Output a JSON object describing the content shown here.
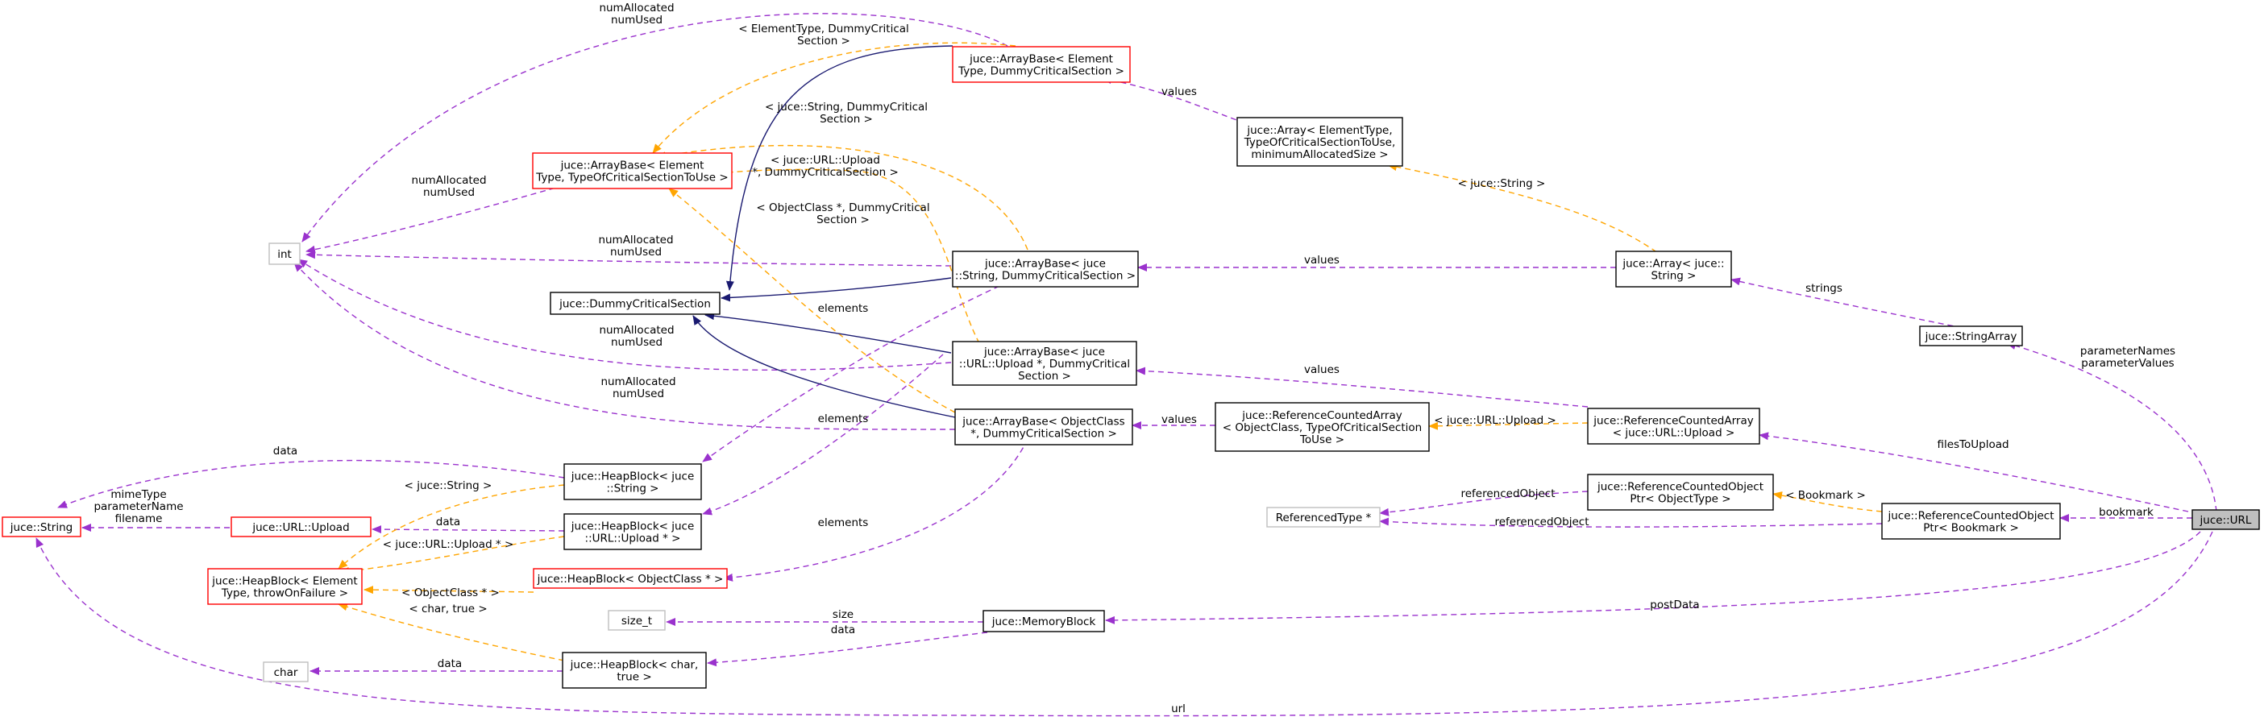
{
  "colors": {
    "purple": "#9a32cd",
    "orange": "#ffa500",
    "navy": "#191970",
    "red_border": "#ff0000",
    "black_border": "#000000",
    "gray_border": "#bfbfbf",
    "highlight_fill": "#bfbfbf"
  },
  "nodes": {
    "int": {
      "lines": [
        "int"
      ]
    },
    "dcs": {
      "lines": [
        "juce::DummyCriticalSection"
      ]
    },
    "ab_elem_dcs": {
      "lines": [
        "juce::ArrayBase< Element",
        "Type, DummyCriticalSection >"
      ]
    },
    "ab_elem_tcs": {
      "lines": [
        "juce::ArrayBase< Element",
        "Type, TypeOfCriticalSectionToUse >"
      ]
    },
    "ab_string": {
      "lines": [
        "juce::ArrayBase< juce",
        "::String, DummyCriticalSection >"
      ]
    },
    "ab_upload": {
      "lines": [
        "juce::ArrayBase< juce",
        "::URL::Upload *, DummyCritical",
        "Section >"
      ]
    },
    "ab_objclass": {
      "lines": [
        "juce::ArrayBase< ObjectClass",
        "*, DummyCriticalSection >"
      ]
    },
    "array_tmpl": {
      "lines": [
        "juce::Array< ElementType,",
        "TypeOfCriticalSectionToUse,",
        "minimumAllocatedSize >"
      ]
    },
    "array_string": {
      "lines": [
        "juce::Array< juce::",
        "String >"
      ]
    },
    "stringarray": {
      "lines": [
        "juce::StringArray"
      ]
    },
    "rca_tmpl": {
      "lines": [
        "juce::ReferenceCountedArray",
        "< ObjectClass, TypeOfCriticalSection",
        "ToUse >"
      ]
    },
    "rca_upload": {
      "lines": [
        "juce::ReferenceCountedArray",
        "< juce::URL::Upload >"
      ]
    },
    "rcop_tmpl": {
      "lines": [
        "juce::ReferenceCountedObject",
        "Ptr< ObjectType >"
      ]
    },
    "rcop_bookmark": {
      "lines": [
        "juce::ReferenceCountedObject",
        "Ptr< Bookmark >"
      ]
    },
    "reftype": {
      "lines": [
        "ReferencedType *"
      ]
    },
    "url": {
      "lines": [
        "juce::URL"
      ]
    },
    "string": {
      "lines": [
        "juce::String"
      ]
    },
    "upload": {
      "lines": [
        "juce::URL::Upload"
      ]
    },
    "hb_string": {
      "lines": [
        "juce::HeapBlock< juce",
        "::String >"
      ]
    },
    "hb_upload": {
      "lines": [
        "juce::HeapBlock< juce",
        "::URL::Upload * >"
      ]
    },
    "hb_tmpl": {
      "lines": [
        "juce::HeapBlock< Element",
        "Type, throwOnFailure >"
      ]
    },
    "hb_objclass": {
      "lines": [
        "juce::HeapBlock< ObjectClass * >"
      ]
    },
    "size_t": {
      "lines": [
        "size_t"
      ]
    },
    "char": {
      "lines": [
        "char"
      ]
    },
    "hb_char": {
      "lines": [
        "juce::HeapBlock< char,",
        "true >"
      ]
    },
    "memblock": {
      "lines": [
        "juce::MemoryBlock"
      ]
    }
  },
  "labels": {
    "l_numalloc_top": [
      "numAllocated",
      "numUsed"
    ],
    "l_ab_elem_dcs": [
      "< ElementType, DummyCritical",
      "Section >"
    ],
    "l_values_array_tmpl": [
      "values"
    ],
    "l_ab_string_inst": [
      "< juce::String, DummyCritical",
      "Section >"
    ],
    "l_ab_upload_inst": [
      "< juce::URL::Upload",
      "*, DummyCriticalSection >"
    ],
    "l_ab_objclass_inst": [
      "< ObjectClass *, DummyCritical",
      "Section >"
    ],
    "l_numalloc_tcs": [
      "numAllocated",
      "numUsed"
    ],
    "l_numalloc_string": [
      "numAllocated",
      "numUsed"
    ],
    "l_numalloc_upload": [
      "numAllocated",
      "numUsed"
    ],
    "l_numalloc_objclass": [
      "numAllocated",
      "numUsed"
    ],
    "l_array_string_inst": [
      "< juce::String >"
    ],
    "l_values_ab_string": [
      "values"
    ],
    "l_strings": [
      "strings"
    ],
    "l_param": [
      "parameterNames",
      "parameterValues"
    ],
    "l_elements_hb_string": [
      "elements"
    ],
    "l_values_ab_upload": [
      "values"
    ],
    "l_elements_hb_upload": [
      "elements"
    ],
    "l_values_rca": [
      "values"
    ],
    "l_rca_upload_inst": [
      "< juce::URL::Upload >"
    ],
    "l_files": [
      "filesToUpload"
    ],
    "l_elements_hb_objclass": [
      "elements"
    ],
    "l_refobj_1": [
      "referencedObject"
    ],
    "l_bookmark_inst": [
      "< Bookmark >"
    ],
    "l_bookmark": [
      "bookmark"
    ],
    "l_refobj_2": [
      "referencedObject"
    ],
    "l_data_string": [
      "data"
    ],
    "l_mime": [
      "mimeType",
      "parameterName",
      "filename"
    ],
    "l_hb_string_inst": [
      "< juce::String >"
    ],
    "l_data_upload": [
      "data"
    ],
    "l_hb_upload_inst": [
      "< juce::URL::Upload * >"
    ],
    "l_hb_objclass_inst": [
      "< ObjectClass * >"
    ],
    "l_hb_char_inst": [
      "< char, true >"
    ],
    "l_postdata": [
      "postData"
    ],
    "l_size": [
      "size"
    ],
    "l_data_memblock": [
      "data"
    ],
    "l_data_char": [
      "data"
    ],
    "l_url": [
      "url"
    ]
  }
}
